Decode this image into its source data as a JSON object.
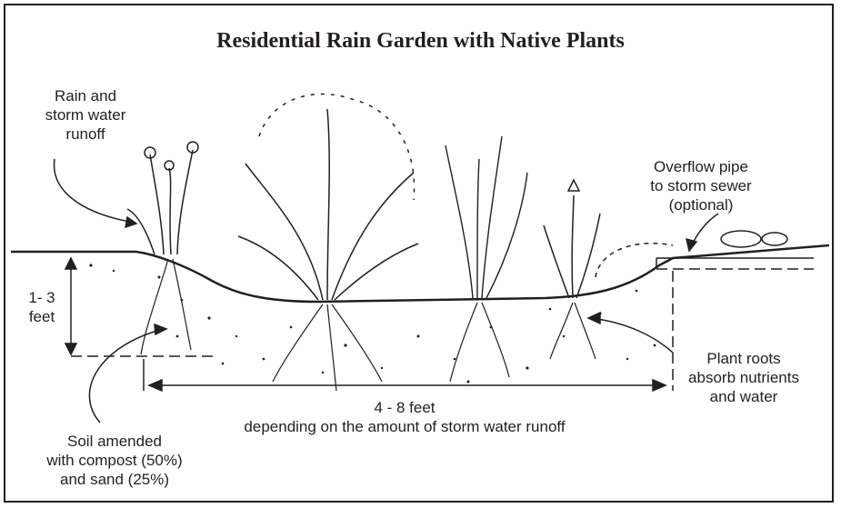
{
  "title": "Residential Rain Garden with Native Plants",
  "labels": {
    "runoff": [
      "Rain and",
      "storm water",
      "runoff"
    ],
    "overflow": [
      "Overflow pipe",
      "to storm sewer",
      "(optional)"
    ],
    "depth": [
      "1- 3",
      "feet"
    ],
    "roots": [
      "Plant roots",
      "absorb nutrients",
      "and water"
    ],
    "width": [
      "4 - 8 feet",
      "depending on the amount of storm water runoff"
    ],
    "soil": [
      "Soil amended",
      "with compost (50%)",
      "and sand (25%)"
    ]
  }
}
